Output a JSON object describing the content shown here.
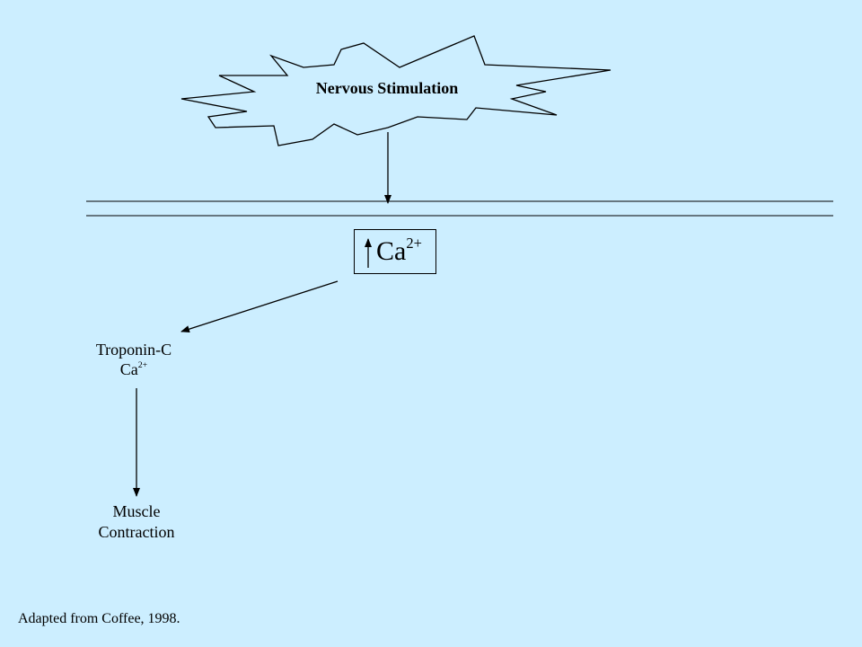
{
  "stimulus": {
    "label": "Nervous Stimulation"
  },
  "calcium": {
    "symbol": "Ca",
    "charge": "2+"
  },
  "troponin": {
    "name": "Troponin-C",
    "ion_symbol": "Ca",
    "ion_charge": "2+"
  },
  "outcome": {
    "line1": "Muscle",
    "line2": "Contraction"
  },
  "credit": "Adapted from Coffee, 1998.",
  "colors": {
    "background": "#cceeff",
    "ink": "#000000"
  }
}
